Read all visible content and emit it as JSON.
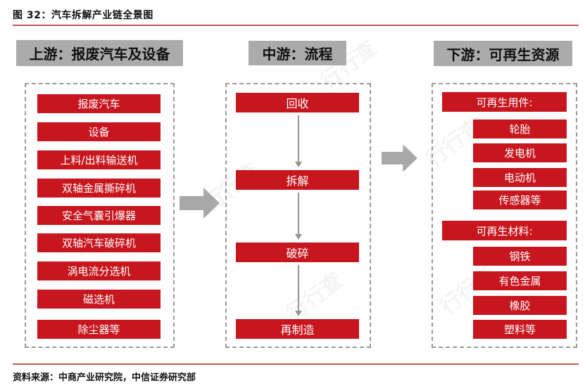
{
  "title": "图 32：汽车拆解产业链全景图",
  "source": "资料来源：中商产业研究院，中信证券研究部",
  "watermark": "行行查",
  "colors": {
    "button_red": "#c8161e",
    "header_gray": "#ababab",
    "arrow_gray": "#a8a8a8",
    "rule_red": "#c05a57",
    "dash_border_gray": "#9a9a9a"
  },
  "columns": {
    "upstream": {
      "header": "上游：报废汽车及设备",
      "items": [
        "报废汽车",
        "设备",
        "上料/出料输送机",
        "双轴金属撕碎机",
        "安全气囊引爆器",
        "双轴汽车破碎机",
        "涡电流分选机",
        "磁选机",
        "除尘器等"
      ]
    },
    "midstream": {
      "header": "中游：流程",
      "steps": [
        "回收",
        "拆解",
        "破碎",
        "再制造"
      ]
    },
    "downstream": {
      "header": "下游：可再生资源",
      "groups": [
        {
          "label": "可再生用件:",
          "items": [
            "轮胎",
            "发电机",
            "电动机",
            "传感器等"
          ]
        },
        {
          "label": "可再生材料:",
          "items": [
            "钢铁",
            "有色金属",
            "橡胶",
            "塑料等"
          ]
        }
      ]
    }
  }
}
